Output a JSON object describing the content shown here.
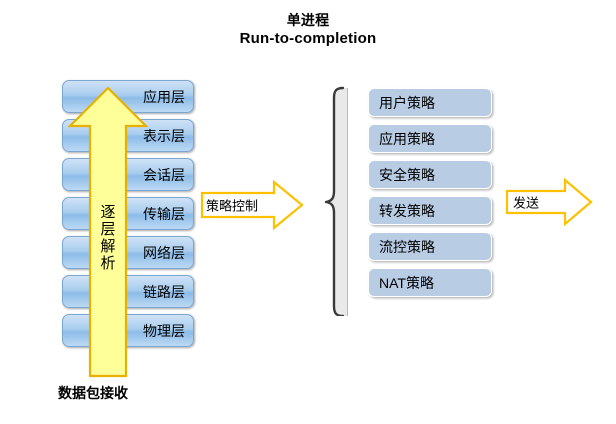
{
  "title": {
    "line_cn": "单进程",
    "line_en": "Run-to-completion"
  },
  "osi_stack": {
    "name": "protocol-layer-stack",
    "layers": [
      {
        "label": "应用层"
      },
      {
        "label": "表示层"
      },
      {
        "label": "会话层"
      },
      {
        "label": "传输层"
      },
      {
        "label": "网络层"
      },
      {
        "label": "链路层"
      },
      {
        "label": "物理层"
      }
    ]
  },
  "parse_arrow": {
    "label_chars": [
      "逐",
      "层",
      "解",
      "析"
    ],
    "label_text": "逐层解析",
    "direction": "up"
  },
  "receive_caption": {
    "text": "数据包接收"
  },
  "policy_arrow": {
    "label": "策略控制",
    "direction": "right"
  },
  "policy_list": {
    "name": "policy-list",
    "items": [
      {
        "label": "用户策略"
      },
      {
        "label": "应用策略"
      },
      {
        "label": "安全策略"
      },
      {
        "label": "转发策略"
      },
      {
        "label": "流控策略"
      },
      {
        "label": "NAT策略"
      }
    ]
  },
  "send_arrow": {
    "label": "发送",
    "direction": "right"
  },
  "colors": {
    "layer_box_fill_top": "#cfe2f6",
    "layer_box_fill_mid": "#8dbce8",
    "layer_box_border": "#7aa6d2",
    "policy_box_fill": "#b8cce4",
    "arrow_yellow_fill": "#ffff99",
    "arrow_yellow_border": "#e8b000",
    "arrow_white_fill": "#ffffff",
    "brace_fill": "#e8e8e8",
    "brace_border": "#404040",
    "text": "#000000",
    "background": "#ffffff"
  }
}
